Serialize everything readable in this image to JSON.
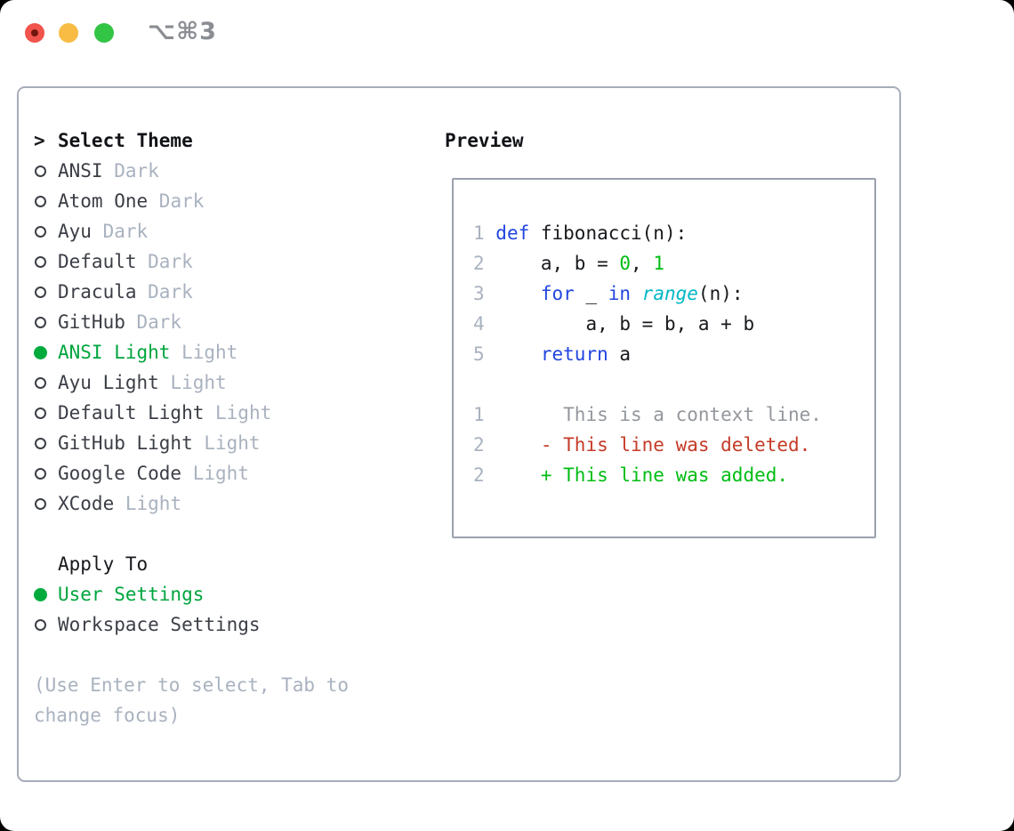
{
  "window": {
    "shortcut": "⌥⌘3",
    "traffic_lights": [
      "close",
      "minimize",
      "zoom"
    ]
  },
  "colors": {
    "accent_green": "#00ab3c",
    "code_blue": "#2145e0",
    "code_cyan": "#00b7c4",
    "code_green": "#00bd13",
    "diff_red": "#c53b28",
    "muted_gray": "#a9b2bf",
    "panel_border": "#a6adb8"
  },
  "picker": {
    "header_prefix": ">",
    "header_label": "Select Theme",
    "themes": [
      {
        "name": "ANSI",
        "variant": "Dark",
        "selected": false
      },
      {
        "name": "Atom One",
        "variant": "Dark",
        "selected": false
      },
      {
        "name": "Ayu",
        "variant": "Dark",
        "selected": false
      },
      {
        "name": "Default",
        "variant": "Dark",
        "selected": false
      },
      {
        "name": "Dracula",
        "variant": "Dark",
        "selected": false
      },
      {
        "name": "GitHub",
        "variant": "Dark",
        "selected": false
      },
      {
        "name": "ANSI Light",
        "variant": "Light",
        "selected": true
      },
      {
        "name": "Ayu Light",
        "variant": "Light",
        "selected": false
      },
      {
        "name": "Default Light",
        "variant": "Light",
        "selected": false
      },
      {
        "name": "GitHub Light",
        "variant": "Light",
        "selected": false
      },
      {
        "name": "Google Code",
        "variant": "Light",
        "selected": false
      },
      {
        "name": "XCode",
        "variant": "Light",
        "selected": false
      }
    ],
    "apply_to_label": "Apply To",
    "apply_options": [
      {
        "name": "User Settings",
        "selected": true
      },
      {
        "name": "Workspace Settings",
        "selected": false
      }
    ],
    "hint": "(Use Enter to select, Tab to change focus)"
  },
  "preview": {
    "label": "Preview",
    "lines": [
      {
        "num": "1",
        "tokens": [
          {
            "c": "kw",
            "t": "def"
          },
          {
            "c": "fg",
            "t": " fibonacci(n):"
          }
        ]
      },
      {
        "num": "2",
        "tokens": [
          {
            "c": "fg",
            "t": "    a, b = "
          },
          {
            "c": "green",
            "t": "0"
          },
          {
            "c": "fg",
            "t": ", "
          },
          {
            "c": "green",
            "t": "1"
          }
        ]
      },
      {
        "num": "3",
        "tokens": [
          {
            "c": "fg",
            "t": "    "
          },
          {
            "c": "kw",
            "t": "for"
          },
          {
            "c": "fg",
            "t": " _ "
          },
          {
            "c": "kw",
            "t": "in"
          },
          {
            "c": "fg",
            "t": " "
          },
          {
            "c": "fn",
            "t": "range"
          },
          {
            "c": "fg",
            "t": "(n):"
          }
        ]
      },
      {
        "num": "4",
        "tokens": [
          {
            "c": "fg",
            "t": "        a, b = b, a + b"
          }
        ]
      },
      {
        "num": "5",
        "tokens": [
          {
            "c": "fg",
            "t": "    "
          },
          {
            "c": "kw",
            "t": "return"
          },
          {
            "c": "fg",
            "t": " a"
          }
        ]
      },
      {
        "num": "",
        "tokens": []
      },
      {
        "num": "1",
        "tokens": [
          {
            "c": "ctx",
            "t": "      This is a context line."
          }
        ]
      },
      {
        "num": "2",
        "tokens": [
          {
            "c": "fg",
            "t": "    "
          },
          {
            "c": "del",
            "t": "- This line was deleted."
          }
        ]
      },
      {
        "num": "2",
        "tokens": [
          {
            "c": "fg",
            "t": "    "
          },
          {
            "c": "add",
            "t": "+ This line was added."
          }
        ]
      }
    ]
  }
}
